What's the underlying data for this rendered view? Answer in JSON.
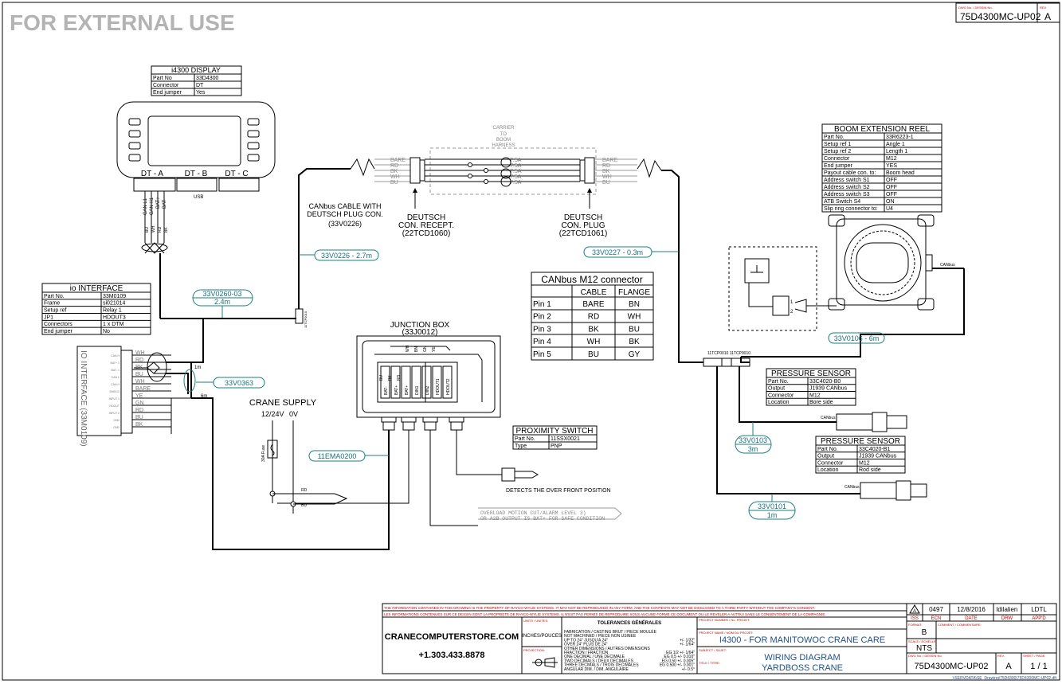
{
  "header": {
    "watermark": "FOR EXTERNAL USE",
    "dwg_no_label": "DWG No. / DESSIN No.",
    "dwg_no": "75D4300MC-UP02",
    "rev_label": "REV.",
    "rev": "A"
  },
  "display": {
    "title": "i4300 DISPLAY",
    "rows": [
      [
        "Part No",
        "33D4300"
      ],
      [
        "Connector",
        "DT"
      ],
      [
        "End jumper",
        "Yes"
      ]
    ],
    "conn_a": "DT - A",
    "conn_b": "DT - B",
    "conn_c": "DT - C",
    "usb": "USB",
    "pins": [
      "CAN L1",
      "CAN H1",
      "BAT+",
      "BAT-"
    ],
    "wires": [
      "BU",
      "WH",
      "RD",
      "BK"
    ]
  },
  "io_interface": {
    "title": "io INTERFACE",
    "rows": [
      [
        "Part No.",
        "33M0109"
      ],
      [
        "Frame",
        "si021014"
      ],
      [
        "Setup ref",
        "Relay 1"
      ],
      [
        "JP1",
        "HDOUT3"
      ],
      [
        "Connectors",
        "1 x DTM"
      ],
      [
        "End jumper",
        "No"
      ]
    ],
    "vertical_label": "IO INTERFACE (33M0109)",
    "wire_labels": [
      "WH",
      "RD",
      "BK",
      "BU",
      "WH",
      "BARE",
      "YE",
      "GN",
      "RD",
      "BU",
      "BK"
    ],
    "pin_labels": [
      "CAN H",
      "BAT+ 1",
      "BAT- 1",
      "CAN L",
      "CAN H",
      "SHIELD",
      "INPUT 1",
      "HDOUT",
      "INPUT 2",
      "GND",
      "GND"
    ]
  },
  "cables": {
    "canbus_cable_title": "CANbus CABLE WITH",
    "canbus_cable_title2": "DEUTSCH PLUG CON.",
    "canbus_cable_part": "(33V0226)",
    "c1": "33V0226 - 2.7m",
    "c2a": "33V0260-03",
    "c2b": "2.4m",
    "c3": "33V0363",
    "c4": "33V0227 - 0.3m",
    "c5": "33V0106 - 6m",
    "c6a": "33V0103",
    "c6b": "3m",
    "c7a": "33V0101",
    "c7b": "1m",
    "c8": "11EMA0200",
    "tee1": "11TCP0010",
    "tee2": "11TCP0010 11TCP0010",
    "len_1m": "1m",
    "len_6m": "6m"
  },
  "harness": {
    "carrier": [
      "CARRIER",
      "TO",
      "BOOM",
      "HARNESS"
    ],
    "left_wires": [
      "BARE",
      "RD",
      "BK",
      "WH",
      "BU"
    ],
    "right_wires": [
      "BARE",
      "RD",
      "BK",
      "WH",
      "BU"
    ],
    "fuses": [
      "7.5A",
      "7.5A",
      "7.5A",
      "7.5A",
      "7.5A"
    ],
    "recept": [
      "DEUTSCH",
      "CON. RECEPT.",
      "(22TCD1060)"
    ],
    "plug": [
      "DEUTSCH",
      "CON. PLUG",
      "(22TCD1061)"
    ]
  },
  "boom_reel": {
    "title": "BOOM EXTENSION REEL",
    "rows": [
      [
        "Part No.",
        "33R6223-1"
      ],
      [
        "Setup ref 1",
        "Angle 1"
      ],
      [
        "Setup ref 2",
        "Length 1"
      ],
      [
        "Connector",
        "M12"
      ],
      [
        "End jumper",
        "YES"
      ],
      [
        "Payout cable con. to:",
        "Boom head"
      ],
      [
        "Address switch S1",
        "OFF"
      ],
      [
        "Address switch S2",
        "OFF"
      ],
      [
        "Address switch S3",
        "OFF"
      ],
      [
        "ATB Switch S4",
        "ON"
      ],
      [
        "Slip ring connector to:",
        "U4"
      ]
    ],
    "canbus": "CANbus"
  },
  "m12_table": {
    "title": "CANbus M12 connector",
    "headers": [
      "",
      "CABLE",
      "FLANGE"
    ],
    "rows": [
      [
        "Pin 1",
        "BARE",
        "BN"
      ],
      [
        "Pin 2",
        "RD",
        "WH"
      ],
      [
        "Pin 3",
        "BK",
        "BU"
      ],
      [
        "Pin 4",
        "WH",
        "BK"
      ],
      [
        "Pin 5",
        "BU",
        "GY"
      ]
    ]
  },
  "junction_box": {
    "title": "JUNCTION BOX",
    "part": "(33J0012)",
    "terminals": [
      "BAT-",
      "BAT+",
      "BAT+",
      "DIN1",
      "DIN2",
      "HDOUT1",
      "HDOUT2"
    ],
    "wires": [
      "BU",
      "BK",
      "RD",
      "WH",
      "BN",
      "GN",
      "YE"
    ]
  },
  "crane_supply": {
    "title": "CRANE SUPPLY",
    "voltage": "12/24V",
    "zero": "0V",
    "fuse": "30A Fuse",
    "rd": "RD",
    "bu": "BU"
  },
  "proximity": {
    "title": "PROXIMITY SWITCH",
    "rows": [
      [
        "Part No.",
        "11SSX0021"
      ],
      [
        "Type",
        "PNP"
      ]
    ],
    "note": "DETECTS THE OVER FRONT POSITION"
  },
  "overload": {
    "line1": "OVERLOAD MOTION CUT/ALARM LEVEL 3)",
    "line2": "OR A2B OUTPUT IS BAT+ FOR SAFE CONDITION"
  },
  "pressure1": {
    "title": "PRESSURE SENSOR",
    "rows": [
      [
        "Part No.",
        "33C4020-B0"
      ],
      [
        "Output",
        "J1939 CANbus"
      ],
      [
        "Connector",
        "M12"
      ],
      [
        "Location",
        "Bore side"
      ]
    ],
    "canbus": "CANbus"
  },
  "pressure2": {
    "title": "PRESSURE SENSOR",
    "rows": [
      [
        "Part No.",
        "33C4020-B1"
      ],
      [
        "Output",
        "J1939 CANbus"
      ],
      [
        "Connector",
        "M12"
      ],
      [
        "Location",
        "Rod side"
      ]
    ],
    "canbus": "CANbus"
  },
  "title_block": {
    "notice_en": "THE INFORMATION CONTAINED IN THIS DRAWING IS THE PROPERTY OF RAYCO-WYLIE SYSTEMS. IT MAY NOT BE REPRODUCED IN ANY FORM, AND THE CONTENTS MAY NOT BE DISCLOSED TO A THIRD PARTY WITHOUT THE COMPANY'S CONSENT.",
    "notice_fr": "LES INFORMATIONS CONTENUES SUR CE DESSIN SONT LA PROPRIETE DE RAYCO-WYLIE SYSTEMS. IL N'EST PAS PERMIS DE REPRODUIRE SOUS AUCUNE FORME CE DOCUMENT OU LE REVELER A AUTRUI SANS LE CONSENTEMENT DE LA COMPAGNIE.",
    "company": "CRANECOMPUTERSTORE.COM",
    "phone": "+1.303.433.8878",
    "units_label": "UNITS / UNITES:",
    "units": "INCHES/POUCES",
    "projection_label": "PROJECTION:",
    "tol_title": "TOLERANCES GÉNÉRALES",
    "tol_lines": [
      "FABRICATION / CASTING BRUT / PIECE MOULÉE",
      "NOT MACHINED / PIECE NON USINEE",
      "UP TO 24\" JUSQU'A 24\"",
      "OVER 24\" PLUS DE 24\"",
      "OTHER DIMENSIONS / AUTRES DIMENSIONS",
      "FRACTION / FRACTION",
      "ONE DECIMAL / UNE DECIMALE",
      "TWO DECIMALS / DEUX DECIMALES",
      "THREE DECIMALS / TROIS DECIMALES",
      "ANGULAR DIM. / DIM. ANGULAIRE"
    ],
    "tol_vals": [
      "",
      "",
      "+/- 1/32\"",
      "+/- 1/64\"",
      "",
      "EG 1/2   +/- 1/64\"",
      "EG 0.5   +/- 0.010\"",
      "EG 0.50  +/- 0.005\"",
      "EG 0.500 +/- 0.001\"",
      "+/- 0.5°"
    ],
    "project_label": "PROJECT NUMBER / No. PROJET:",
    "project_name_label": "PROJECT NAME / NOM DU PROJET:",
    "project": "I4300 - FOR MANITOWOC CRANE CARE",
    "subject_label": "SUBJECT / SUJET:",
    "title_label": "TITLE / TITRE:",
    "title1": "WIRING DIAGRAM",
    "title2": "YARDBOSS CRANE",
    "rev_row": [
      "A",
      "0497",
      "12/8/2016",
      "ldilalien",
      "LDTL"
    ],
    "rev_hdr": [
      "ISS",
      "ECN",
      "DATE",
      "DRW",
      "APP'D"
    ],
    "format_label": "FORMAT:",
    "format": "B",
    "comment_label": "COMMENT / COMMENTAIRE:",
    "scale_label": "SCALE / ECHELLE:",
    "scale": "NTS",
    "dwgno_label": "DWG No. / DESSIN No.",
    "dwgno": "75D4300MC-UP02",
    "rev_label": "REV.",
    "rev": "A",
    "sheet_label": "SHEET / PAGE:",
    "sheet": "1 / 1",
    "path": "\\\\SERVDATA\\SE_Drawing\\75D4300\\75D4300MC-UP02.dft"
  }
}
